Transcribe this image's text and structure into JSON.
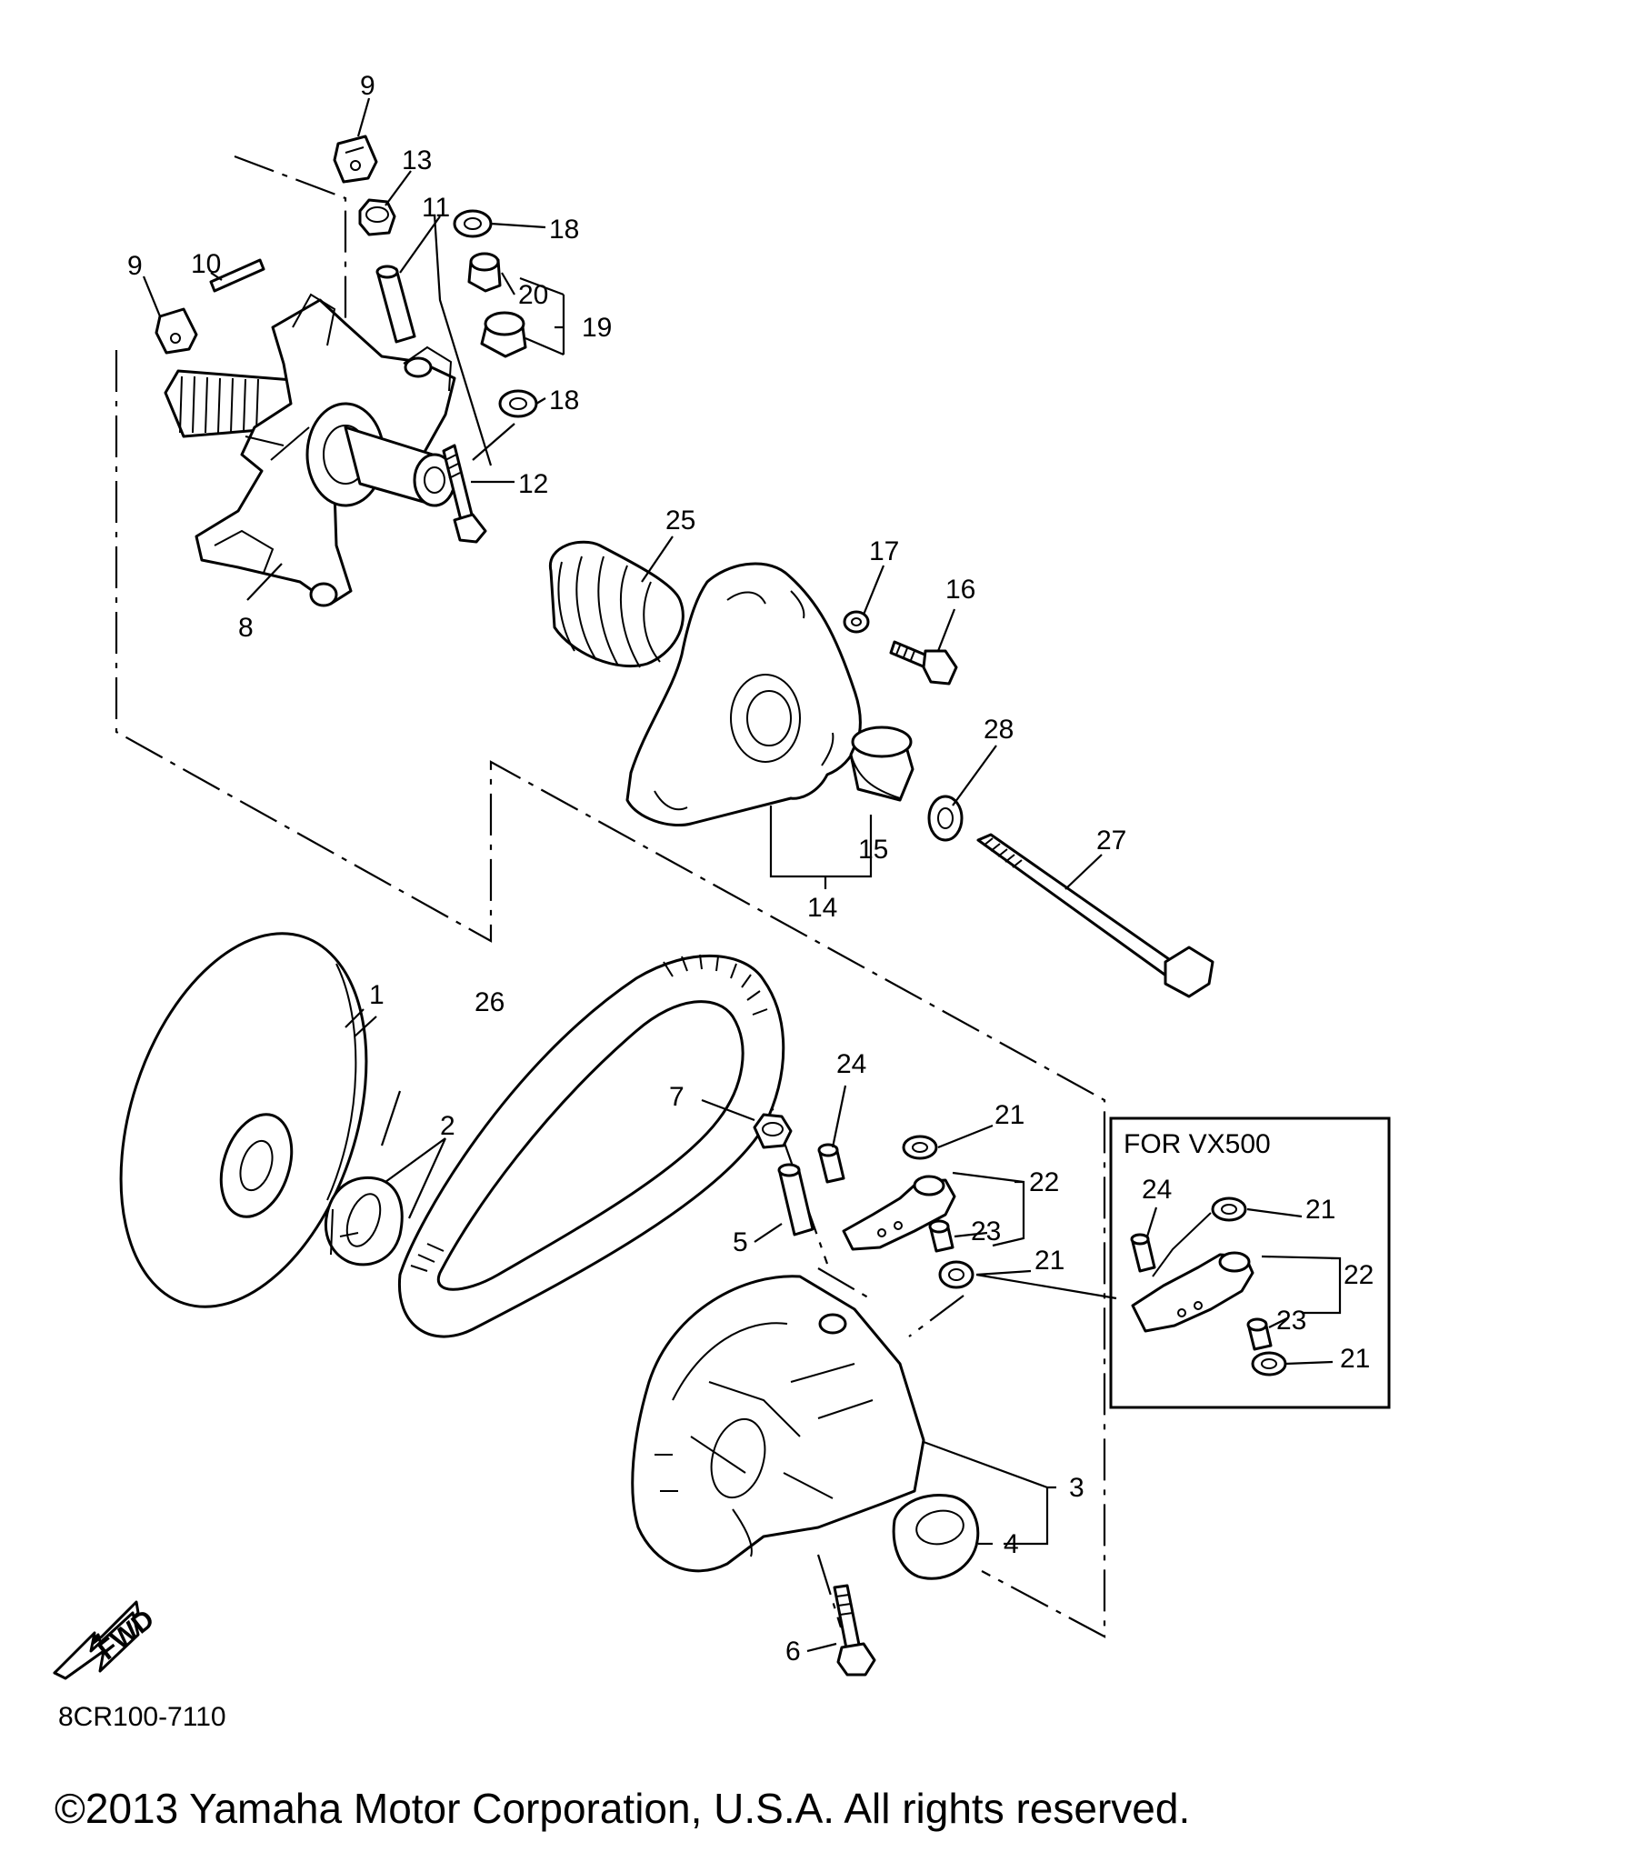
{
  "diagram": {
    "drawing_code": "8CR100-7110",
    "fwd_label": "FWD",
    "inset_title": "FOR VX500",
    "labels": {
      "n1": "1",
      "n2": "2",
      "n3": "3",
      "n4": "4",
      "n5": "5",
      "n6": "6",
      "n7": "7",
      "n8": "8",
      "n9a": "9",
      "n9b": "9",
      "n10": "10",
      "n11": "11",
      "n12": "12",
      "n13": "13",
      "n14": "14",
      "n15": "15",
      "n16": "16",
      "n17": "17",
      "n18a": "18",
      "n18b": "18",
      "n19": "19",
      "n20": "20",
      "n21a": "21",
      "n21b": "21",
      "n22": "22",
      "n23": "23",
      "n24": "24",
      "n25": "25",
      "n26": "26",
      "n27": "27",
      "n28": "28",
      "i21a": "21",
      "i21b": "21",
      "i22": "22",
      "i23": "23",
      "i24": "24"
    }
  },
  "footer": {
    "copyright": "©2013 Yamaha Motor Corporation, U.S.A. All rights reserved."
  }
}
